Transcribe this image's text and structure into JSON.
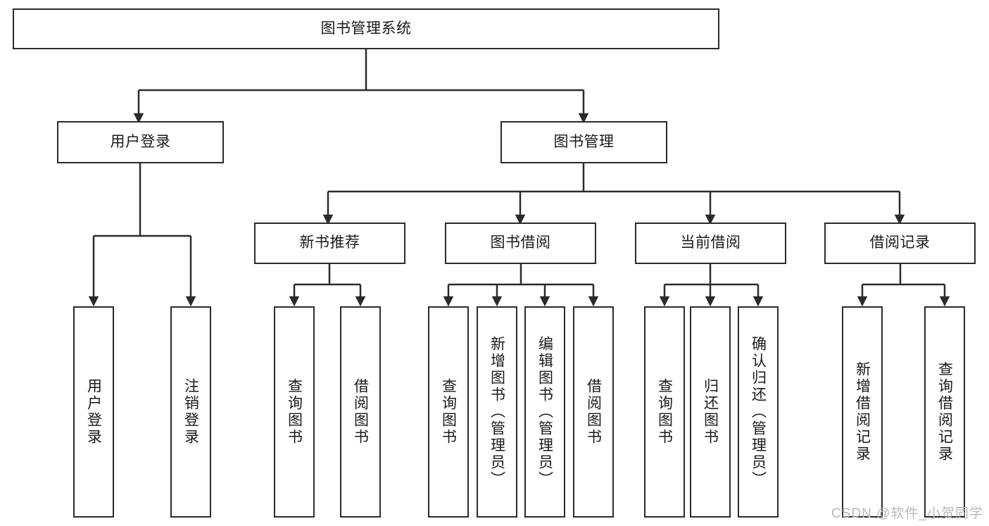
{
  "diagram": {
    "title": "图书管理系统",
    "watermark": "CSDN @软件_小贺同学",
    "colors": {
      "stroke": "#2b2b2b",
      "fill": "#ffffff",
      "text": "#1a1a1a",
      "watermark": "#b8b8b8"
    },
    "nodes": {
      "root": {
        "label": "图书管理系统"
      },
      "level2": [
        {
          "id": "user-login",
          "label": "用户登录"
        },
        {
          "id": "book-management",
          "label": "图书管理"
        }
      ],
      "level3": [
        {
          "id": "new-book-recommend",
          "label": "新书推荐"
        },
        {
          "id": "book-borrow",
          "label": "图书借阅"
        },
        {
          "id": "current-borrow",
          "label": "当前借阅"
        },
        {
          "id": "borrow-record",
          "label": "借阅记录"
        }
      ],
      "leaves": {
        "user-login": [
          {
            "id": "leaf-user-login",
            "label": "用户登录"
          },
          {
            "id": "leaf-user-logout",
            "label": "注销登录"
          }
        ],
        "new-book-recommend": [
          {
            "id": "leaf-query-book-1",
            "label": "查询图书"
          },
          {
            "id": "leaf-borrow-book-1",
            "label": "借阅图书"
          }
        ],
        "book-borrow": [
          {
            "id": "leaf-query-book-2",
            "label": "查询图书"
          },
          {
            "id": "leaf-add-book",
            "label": "新增图书（管理员）"
          },
          {
            "id": "leaf-edit-book",
            "label": "编辑图书（管理员）"
          },
          {
            "id": "leaf-borrow-book-2",
            "label": "借阅图书"
          }
        ],
        "current-borrow": [
          {
            "id": "leaf-query-book-3",
            "label": "查询图书"
          },
          {
            "id": "leaf-return-book",
            "label": "归还图书"
          },
          {
            "id": "leaf-confirm-return",
            "label": "确认归还（管理员）"
          }
        ],
        "borrow-record": [
          {
            "id": "leaf-add-record",
            "label": "新增借阅记录"
          },
          {
            "id": "leaf-query-record",
            "label": "查询借阅记录"
          }
        ]
      }
    }
  }
}
